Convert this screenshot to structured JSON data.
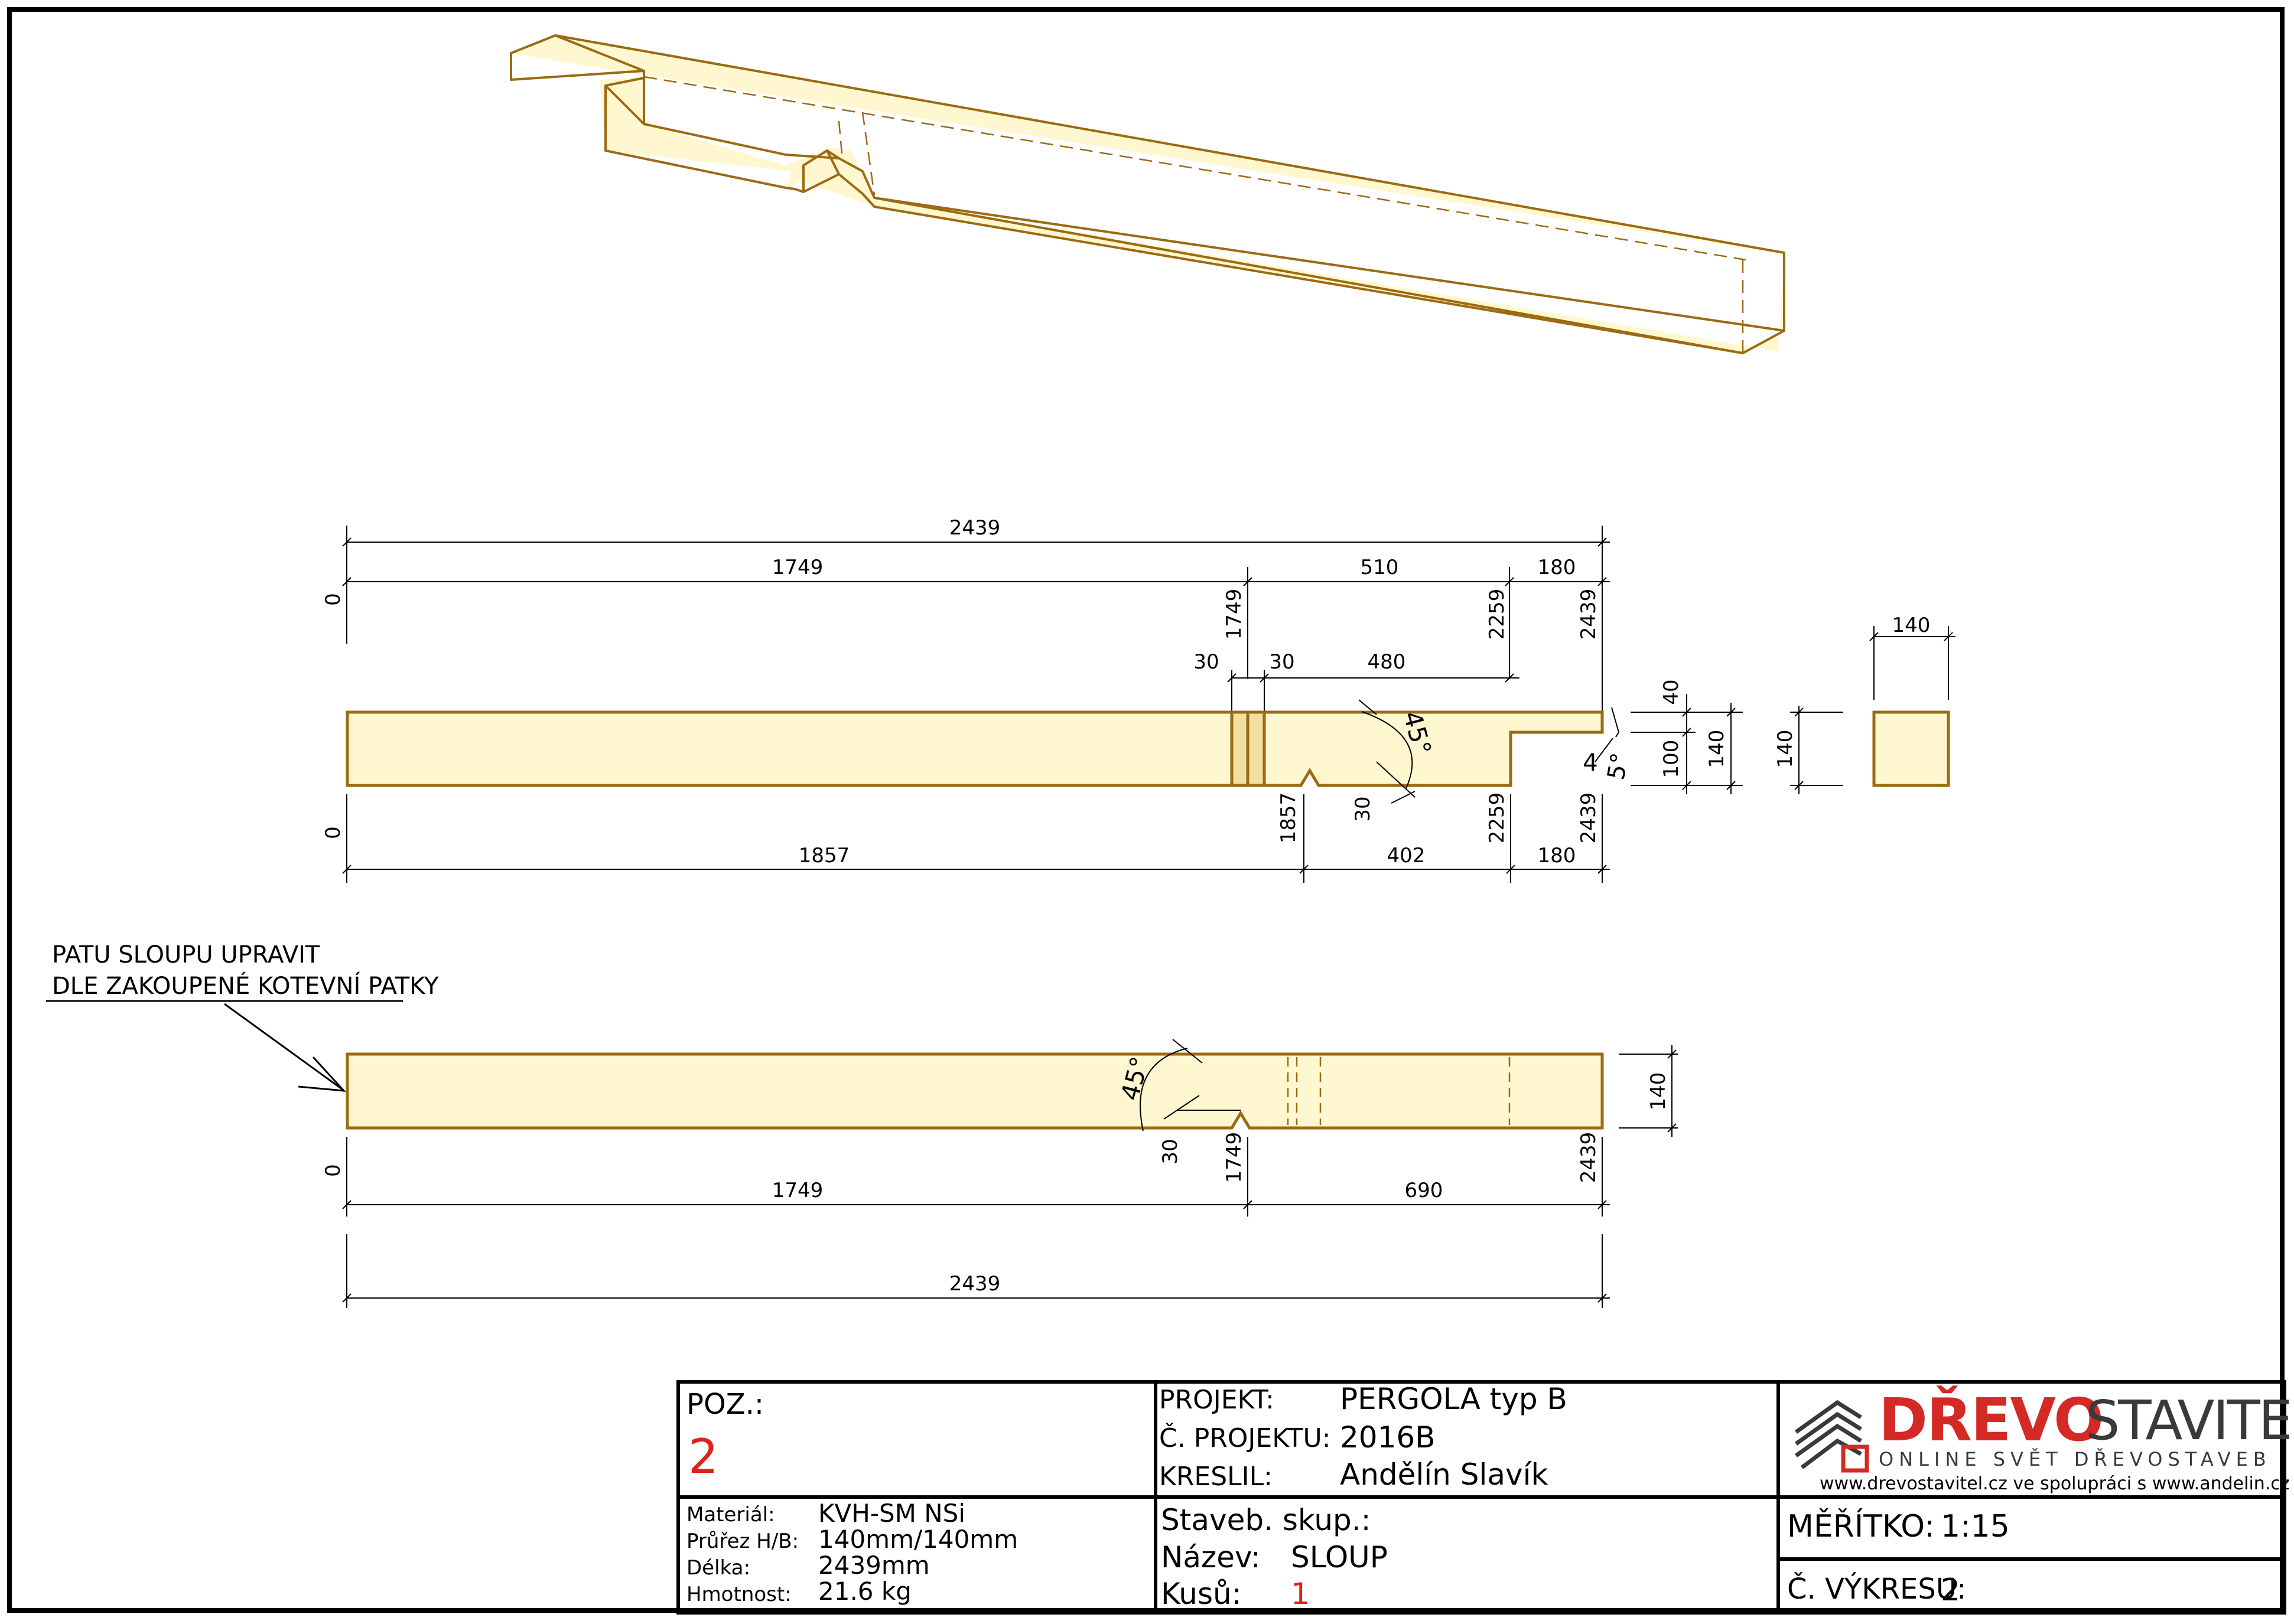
{
  "colors": {
    "wood_fill": "#fff7cf",
    "wood_stroke": "#9c6a12",
    "notch_fill": "#efdfa0",
    "red": "#e0201c",
    "logo_red": "#d42a26",
    "logo_dark": "#3a3a3a"
  },
  "drawing": {
    "top_dims": {
      "total": "2439",
      "seg1": "1749",
      "seg2": "510",
      "seg3": "180",
      "ord0": "0",
      "ord1749": "1749",
      "ord2259": "2259",
      "ord2439": "2439"
    },
    "front": {
      "d30a": "30",
      "d30b": "30",
      "d480": "480",
      "angle": "45°",
      "d30c": "30",
      "d4": "4",
      "d5": "5°",
      "d40": "40",
      "d100": "100",
      "d140": "140",
      "d140b": "140"
    },
    "bottom_dims": {
      "ord0": "0",
      "ord1857": "1857",
      "ord2259": "2259",
      "ord2439": "2439",
      "seg1857": "1857",
      "seg402": "402",
      "seg180": "180"
    },
    "section": {
      "w140": "140",
      "h140": "140"
    },
    "note": {
      "line1": "PATU SLOUPU UPRAVIT",
      "line2": "DLE ZAKOUPENÉ KOTEVNÍ PATKY"
    },
    "side": {
      "angle": "45°",
      "d30": "30",
      "d140": "140",
      "ord0": "0",
      "ord1749": "1749",
      "ord2439": "2439",
      "seg1749": "1749",
      "seg690": "690",
      "total": "2439"
    }
  },
  "title_block": {
    "poz_label": "POZ.:",
    "poz_value": "2",
    "projekt_label": "PROJEKT:",
    "projekt_value": "PERGOLA typ B",
    "cislo_projektu_label": "Č. PROJEKTU:",
    "cislo_projektu_value": "2016B",
    "kreslil_label": "KRESLIL:",
    "kreslil_value": "Andělín Slavík",
    "material_label": "Materiál:",
    "material_value": "KVH-SM NSi",
    "prurez_label": "Průřez H/B:",
    "prurez_value": "140mm/140mm",
    "delka_label": "Délka:",
    "delka_value": "2439mm",
    "hmotnost_label": "Hmotnost:",
    "hmotnost_value": "21.6 kg",
    "staveb_label": "Staveb. skup.:",
    "nazev_label": "Název:",
    "nazev_value": "SLOUP",
    "kusu_label": "Kusů:",
    "kusu_value": "1",
    "meritko_label": "MĚŘÍTKO:",
    "meritko_value": "1:15",
    "vykres_label": "Č. VÝKRESU:",
    "vykres_value": "2",
    "logo_part1": "DŘEVO",
    "logo_part2": "STAVITEL",
    "logo_tagline": "ONLINE SVĚT DŘEVOSTAVEB",
    "website": "www.drevostavitel.cz  ve spolupráci s www.andelin.cz"
  }
}
